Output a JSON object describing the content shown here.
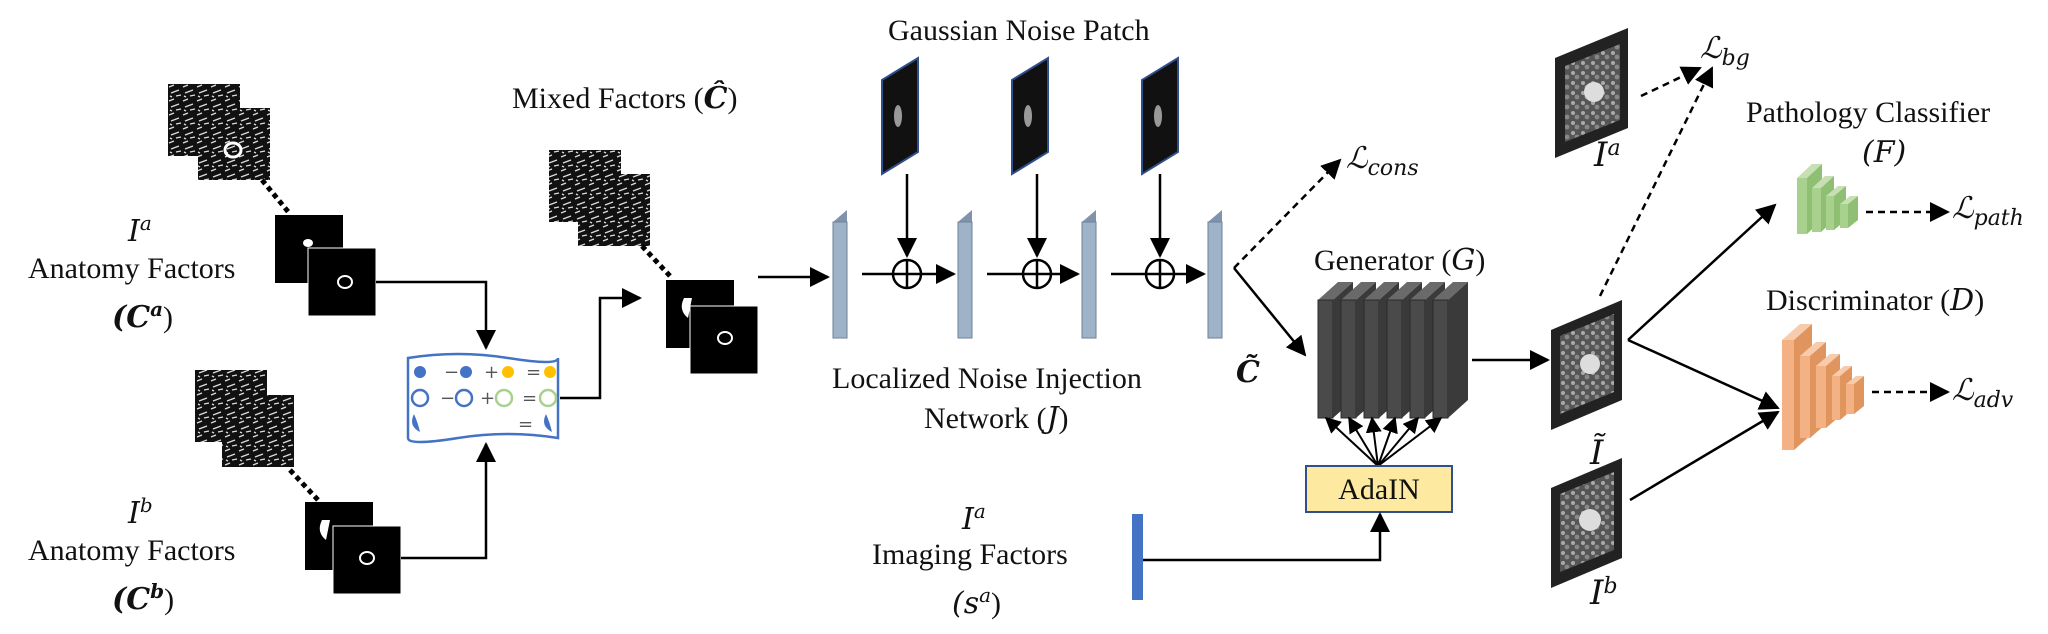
{
  "labels": {
    "ia_top": "I",
    "ia_top_sup": "a",
    "anatomy_a_title": "Anatomy Factors",
    "anatomy_a_sym": "(C",
    "anatomy_a_sup": "a",
    "anatomy_a_close": ")",
    "ib_top": "I",
    "ib_top_sup": "b",
    "anatomy_b_title": "Anatomy Factors",
    "anatomy_b_sym": "(C",
    "anatomy_b_sup": "b",
    "anatomy_b_close": ")",
    "mixed_factors": "Mixed Factors (",
    "mixed_sym": "Ĉ",
    "mixed_close": ")",
    "gaussian_noise_patch": "Gaussian Noise Patch",
    "noise_net_line1": "Localized Noise Injection",
    "noise_net_line2": "Network (",
    "noise_net_sym": "J",
    "noise_net_close": ")",
    "c_tilde": "C̃",
    "l_cons": "ℒ",
    "l_cons_sub": "cons",
    "generator": "Generator (",
    "generator_sym": "G",
    "generator_close": ")",
    "adain": "AdaIN",
    "imaging_ia": "I",
    "imaging_ia_sup": "a",
    "imaging_factors": "Imaging Factors",
    "imaging_sym": "(s",
    "imaging_sup": "a",
    "imaging_close": ")",
    "img_ia": "I",
    "img_ia_sup": "a",
    "l_bg": "ℒ",
    "l_bg_sub": "bg",
    "i_tilde": "Ĩ",
    "img_ib": "I",
    "img_ib_sup": "b",
    "pathology_line1": "Pathology Classifier",
    "pathology_sym": "(F)",
    "l_path": "ℒ",
    "l_path_sub": "path",
    "discriminator": "Discriminator (",
    "discriminator_sym": "D",
    "discriminator_close": ")",
    "l_adv": "ℒ",
    "l_adv_sub": "adv"
  },
  "mixing_table": {
    "row1": [
      "−",
      "+",
      "="
    ],
    "row2": [
      "−",
      "+",
      "="
    ],
    "row3": [
      "="
    ]
  },
  "colors": {
    "noise_layer": "#9fb3c8",
    "noise_layer_edge": "#6d829a",
    "generator_block": "#4a4a4a",
    "adain_fill": "#fde9a0",
    "adain_edge": "#2f4f8f",
    "imaging_bar": "#4472c4",
    "classifier_green": "#a9d18e",
    "discriminator_orange": "#f4b183",
    "table_border": "#4472c4",
    "dot_blue": "#4472c4",
    "dot_yellow": "#ffc000",
    "ring_green": "#a9d18e"
  }
}
